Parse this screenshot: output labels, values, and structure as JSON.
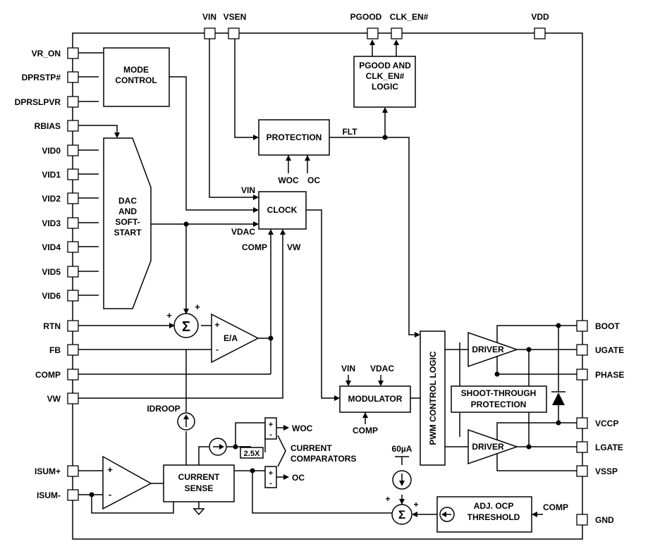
{
  "top_pins": {
    "vin": "VIN",
    "vsen": "VSEN",
    "pgood": "PGOOD",
    "clk_en": "CLK_EN#",
    "vdd": "VDD"
  },
  "left_pins": {
    "vr_on": "VR_ON",
    "dprstp": "DPRSTP#",
    "dprslpvr": "DPRSLPVR",
    "rbias": "RBIAS",
    "vid0": "VID0",
    "vid1": "VID1",
    "vid2": "VID2",
    "vid3": "VID3",
    "vid4": "VID4",
    "vid5": "VID5",
    "vid6": "VID6",
    "rtn": "RTN",
    "fb": "FB",
    "comp": "COMP",
    "vw": "VW",
    "isum_plus": "ISUM+",
    "isum_minus": "ISUM-"
  },
  "right_pins": {
    "boot": "BOOT",
    "ugate": "UGATE",
    "phase": "PHASE",
    "vccp": "VCCP",
    "lgate": "LGATE",
    "vssp": "VSSP",
    "gnd": "GND"
  },
  "blocks": {
    "mode_control": [
      "MODE",
      "CONTROL"
    ],
    "pgood_logic": [
      "PGOOD AND",
      "CLK_EN#",
      "LOGIC"
    ],
    "protection": "PROTECTION",
    "clock": "CLOCK",
    "dac": [
      "DAC",
      "AND",
      "SOFT-",
      "START"
    ],
    "ea": "E/A",
    "modulator": "MODULATOR",
    "pwm_logic": "PWM CONTROL LOGIC",
    "driver_high": "DRIVER",
    "driver_low": "DRIVER",
    "shoot_through": [
      "SHOOT-THROUGH",
      "PROTECTION"
    ],
    "current_sense": [
      "CURRENT",
      "SENSE"
    ],
    "adj_ocp": [
      "ADJ. OCP",
      "THRESHOLD"
    ],
    "gain": "2.5X"
  },
  "signals": {
    "flt": "FLT",
    "woc_in": "WOC",
    "oc_in": "OC",
    "clk_vin": "VIN",
    "clk_vdac": "VDAC",
    "clk_comp": "COMP",
    "clk_vw": "VW",
    "mod_vin": "VIN",
    "mod_vdac": "VDAC",
    "mod_comp": "COMP",
    "idroop": "IDROOP",
    "woc_out": "WOC",
    "oc_out": "OC",
    "comparators": [
      "CURRENT",
      "COMPARATORS"
    ],
    "current_source": "60µA",
    "ocp_comp": "COMP"
  },
  "symbols": {
    "plus": "+",
    "minus": "-",
    "sigma": "Σ"
  }
}
